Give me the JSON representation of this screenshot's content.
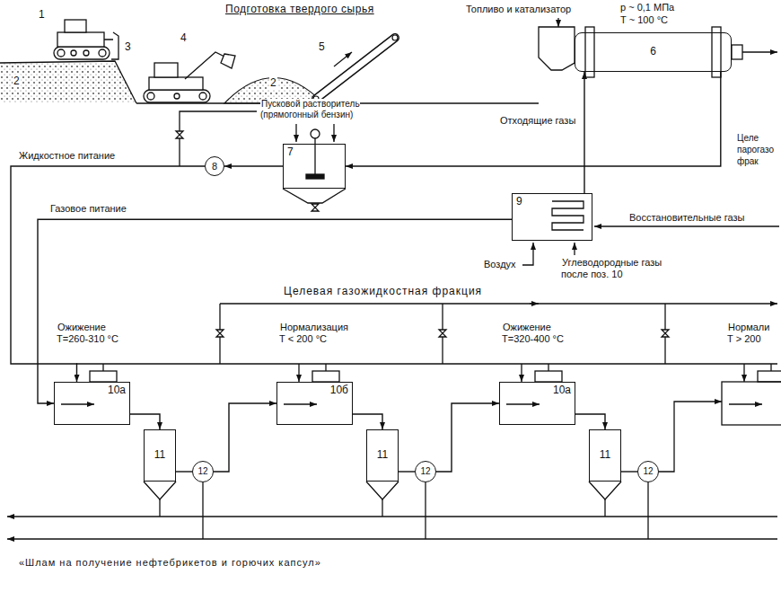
{
  "diagram": {
    "title": "Подготовка твердого сырья",
    "nodes": [
      {
        "text": [
          "6"
        ]
      },
      {
        "text": [
          "7"
        ]
      },
      {
        "text": [
          "8"
        ]
      },
      {
        "text": [
          "9"
        ]
      },
      {
        "text": [
          "10а"
        ]
      },
      {
        "text": [
          "11"
        ]
      },
      {
        "text": [
          "12"
        ]
      },
      {
        "text": [
          "10б"
        ]
      },
      {
        "text": [
          "11"
        ]
      },
      {
        "text": [
          "12"
        ]
      },
      {
        "text": [
          "10а"
        ]
      },
      {
        "text": [
          "11"
        ]
      },
      {
        "text": [
          "12"
        ]
      }
    ],
    "edges": [
      {
        "from": 0,
        "to": 1,
        "arrow": "to"
      },
      {
        "from": 3,
        "to": 0,
        "label": "Отходящие газы",
        "arrow": "to"
      },
      {
        "from": 1,
        "to": 2,
        "arrow": "to"
      },
      {
        "from": 2,
        "to": 4,
        "label": "Жидкостное питание",
        "arrow": "to"
      },
      {
        "from": 3,
        "to": 4,
        "label": "Газовое питание",
        "arrow": "to"
      },
      {
        "from": 4,
        "to": 5,
        "arrow": "to"
      },
      {
        "from": 5,
        "to": 6,
        "arrow": "none"
      },
      {
        "from": 6,
        "to": 7,
        "arrow": "to"
      },
      {
        "from": 7,
        "to": 8,
        "arrow": "to"
      },
      {
        "from": 8,
        "to": 9,
        "arrow": "none"
      },
      {
        "from": 9,
        "to": 10,
        "arrow": "to"
      },
      {
        "from": 10,
        "to": 11,
        "arrow": "to"
      },
      {
        "from": 11,
        "to": 12,
        "arrow": "none"
      }
    ],
    "labels": [
      "1",
      "2",
      "3",
      "4",
      "2",
      "5",
      "Топливо и катализатор",
      "р ~ 0,1 МПа",
      "Т ~ 100 °С",
      "Целе",
      "парогазо",
      "фрак",
      "Пусковой растворитель (прямогонный бензин)",
      "Восстановительные газы",
      "Воздух",
      "Углеводородные газы после поз. 10",
      "Целевая газожидкостная фракция",
      "Ожижение Т=260-310 °С",
      "Нормализация Т < 200 °С",
      "Ожижение Т=320-400 °С",
      "Нормали Т > 200",
      "«Шлам на получение нефтебрикетов и горючих капсул»"
    ]
  }
}
